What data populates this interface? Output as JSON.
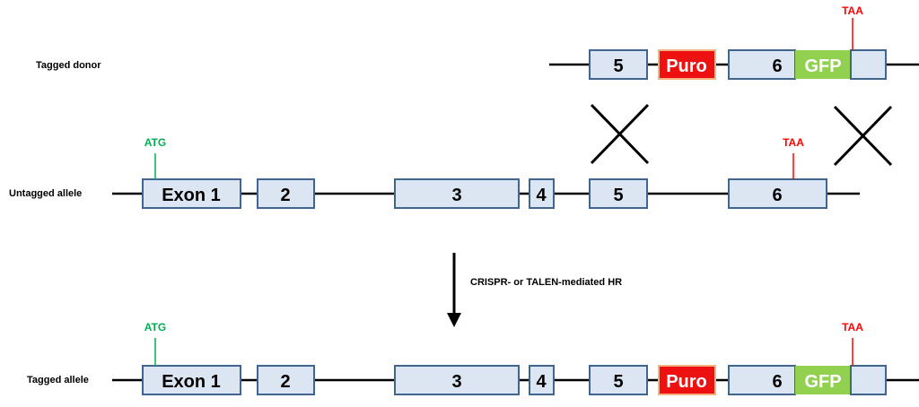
{
  "colors": {
    "exon_fill": "#dce6f2",
    "exon_stroke": "#3f6590",
    "puro_fill": "#ee1111",
    "puro_stroke": "#f4b183",
    "gfp_fill": "#92d050",
    "atg_color": "#00b050",
    "taa_color": "#ff0000"
  },
  "rows": {
    "donor": {
      "label": "Tagged donor"
    },
    "untagged": {
      "label": "Untagged allele"
    },
    "tagged": {
      "label": "Tagged allele"
    }
  },
  "exons": {
    "e1": "Exon 1",
    "e2": "2",
    "e3": "3",
    "e4": "4",
    "e5": "5",
    "e6": "6"
  },
  "inserts": {
    "puro": "Puro",
    "gfp": "GFP"
  },
  "markers": {
    "start": "ATG",
    "stop": "TAA"
  },
  "process": {
    "label": "CRISPR- or TALEN-mediated HR"
  }
}
